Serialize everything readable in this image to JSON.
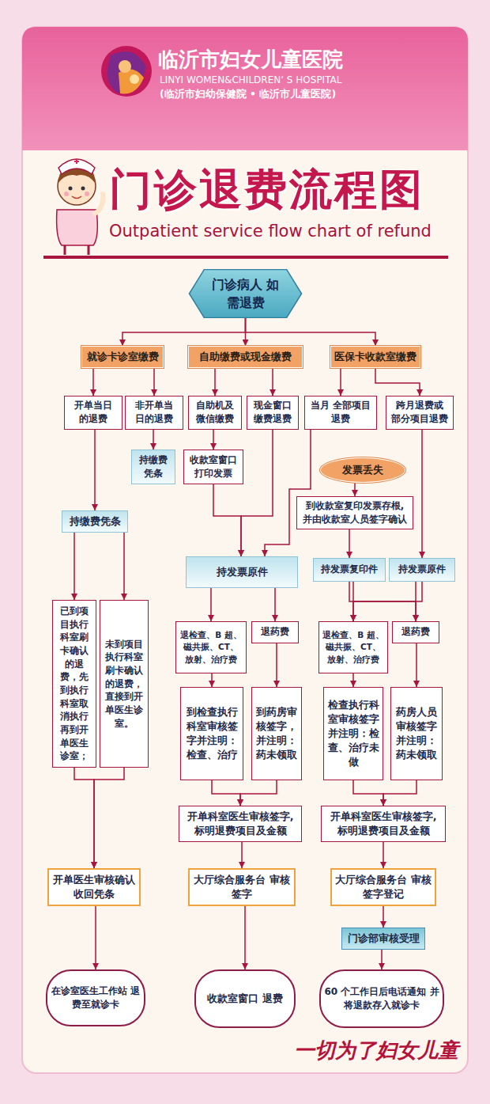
{
  "diagram": {
    "title": "门诊退费流程图",
    "nodes": [
      {
        "text": [
          "门诊病人 如需退费"
        ]
      },
      {
        "text": [
          "就诊卡诊室缴费"
        ]
      },
      {
        "text": [
          "自助缴费或现金缴费"
        ]
      },
      {
        "text": [
          "医保卡收款室缴费"
        ]
      },
      {
        "text": [
          "开单当日 的退费"
        ]
      },
      {
        "text": [
          "非开单当 日的退费"
        ]
      },
      {
        "text": [
          "自助机及 微信缴费"
        ]
      },
      {
        "text": [
          "现金窗口 缴费退费"
        ]
      },
      {
        "text": [
          "当月 全部项目退费"
        ]
      },
      {
        "text": [
          "跨月退费或 部分项目退费"
        ]
      },
      {
        "text": [
          "持缴费 凭条"
        ]
      },
      {
        "text": [
          "收款室窗口 打印发票"
        ]
      },
      {
        "text": [
          "发票丢失"
        ]
      },
      {
        "text": [
          "持缴费凭条"
        ]
      },
      {
        "text": [
          "到收款室复印发票存根, 并由收款室人员签字确认"
        ]
      },
      {
        "text": [
          "持发票原件"
        ]
      },
      {
        "text": [
          "持发票复印件"
        ]
      },
      {
        "text": [
          "持发票原件"
        ]
      },
      {
        "text": [
          "已到项目执行科室刷卡确认的退费，先到执行科室取消执行再到开单医生诊室；"
        ]
      },
      {
        "text": [
          "未到项目执行科室刷卡确认的退费，直接到开单医生诊室。"
        ]
      },
      {
        "text": [
          "退检查、B 超、磁共振、CT、放射、治疗费"
        ]
      },
      {
        "text": [
          "退药费"
        ]
      },
      {
        "text": [
          "退检查、B 超、磁共振、CT、放射、治疗费"
        ]
      },
      {
        "text": [
          "退药费"
        ]
      },
      {
        "text": [
          "到检查执行科室审核签字并注明：检查、治疗"
        ]
      },
      {
        "text": [
          "到药房审核签字，并注明：药未领取"
        ]
      },
      {
        "text": [
          "检查执行科室审核签字并注明：检查、治疗未做"
        ]
      },
      {
        "text": [
          "药房人员审核签字并注明：药未领取"
        ]
      },
      {
        "text": [
          "开单科室医生审核签字, 标明退费项目及金额"
        ]
      },
      {
        "text": [
          "开单科室医生审核签字, 标明退费项目及金额"
        ]
      },
      {
        "text": [
          "开单医生审核确认 收回凭条"
        ]
      },
      {
        "text": [
          "大厅综合服务台 审核签字"
        ]
      },
      {
        "text": [
          "大厅综合服务台 审核签字登记"
        ]
      },
      {
        "text": [
          "门诊部审核受理"
        ]
      },
      {
        "text": [
          "在诊室医生工作站 退费至就诊卡"
        ]
      },
      {
        "text": [
          "收款室窗口 退费"
        ]
      },
      {
        "text": [
          "60 个工作日后电话通知 并将退款存入就诊卡"
        ]
      }
    ],
    "edges": [
      {
        "from": 0,
        "to": 1,
        "arrow": "to"
      },
      {
        "from": 0,
        "to": 2,
        "arrow": "to"
      },
      {
        "from": 0,
        "to": 3,
        "arrow": "to"
      },
      {
        "from": 1,
        "to": 4,
        "arrow": "to"
      },
      {
        "from": 1,
        "to": 5,
        "arrow": "to"
      },
      {
        "from": 2,
        "to": 6,
        "arrow": "to"
      },
      {
        "from": 2,
        "to": 7,
        "arrow": "to"
      },
      {
        "from": 3,
        "to": 8,
        "arrow": "to"
      },
      {
        "from": 3,
        "to": 9,
        "arrow": "to"
      },
      {
        "from": 4,
        "to": 13,
        "arrow": "to"
      },
      {
        "from": 5,
        "to": 10,
        "arrow": "to"
      },
      {
        "from": 6,
        "to": 11,
        "arrow": "to"
      },
      {
        "from": 11,
        "to": 15,
        "arrow": "to"
      },
      {
        "from": 7,
        "to": 15,
        "arrow": "to"
      },
      {
        "from": 8,
        "to": 15,
        "arrow": "to"
      },
      {
        "from": 12,
        "to": 14,
        "arrow": "to"
      },
      {
        "from": 14,
        "to": 16,
        "arrow": "to"
      },
      {
        "from": 9,
        "to": 17,
        "arrow": "to"
      },
      {
        "from": 13,
        "to": 18,
        "arrow": "to"
      },
      {
        "from": 13,
        "to": 19,
        "arrow": "to"
      },
      {
        "from": 15,
        "to": 20,
        "arrow": "to"
      },
      {
        "from": 15,
        "to": 21,
        "arrow": "to"
      },
      {
        "from": 16,
        "to": 22,
        "arrow": "to"
      },
      {
        "from": 16,
        "to": 23,
        "arrow": "to"
      },
      {
        "from": 17,
        "to": 22,
        "arrow": "to"
      },
      {
        "from": 17,
        "to": 23,
        "arrow": "to"
      },
      {
        "from": 20,
        "to": 24,
        "arrow": "to"
      },
      {
        "from": 21,
        "to": 25,
        "arrow": "to"
      },
      {
        "from": 22,
        "to": 26,
        "arrow": "to"
      },
      {
        "from": 23,
        "to": 27,
        "arrow": "to"
      },
      {
        "from": 24,
        "to": 28,
        "arrow": "to"
      },
      {
        "from": 25,
        "to": 28,
        "arrow": "to"
      },
      {
        "from": 26,
        "to": 29,
        "arrow": "to"
      },
      {
        "from": 27,
        "to": 29,
        "arrow": "to"
      },
      {
        "from": 18,
        "to": 30,
        "arrow": "to"
      },
      {
        "from": 19,
        "to": 30,
        "arrow": "to"
      },
      {
        "from": 28,
        "to": 31,
        "arrow": "to"
      },
      {
        "from": 29,
        "to": 32,
        "arrow": "to"
      },
      {
        "from": 30,
        "to": 34,
        "arrow": "to"
      },
      {
        "from": 31,
        "to": 35,
        "arrow": "to"
      },
      {
        "from": 32,
        "to": 33,
        "arrow": "to"
      },
      {
        "from": 33,
        "to": 36,
        "arrow": "to"
      }
    ],
    "labels": [
      "临沂市妇女儿童医院",
      "LINYI WOMEN&CHILDREN’ S HOSPITAL",
      "(临沂市妇幼保健院 • 临沂市儿童医院)",
      "Outpatient service flow chart of refund",
      "一切为了妇女儿童"
    ]
  }
}
